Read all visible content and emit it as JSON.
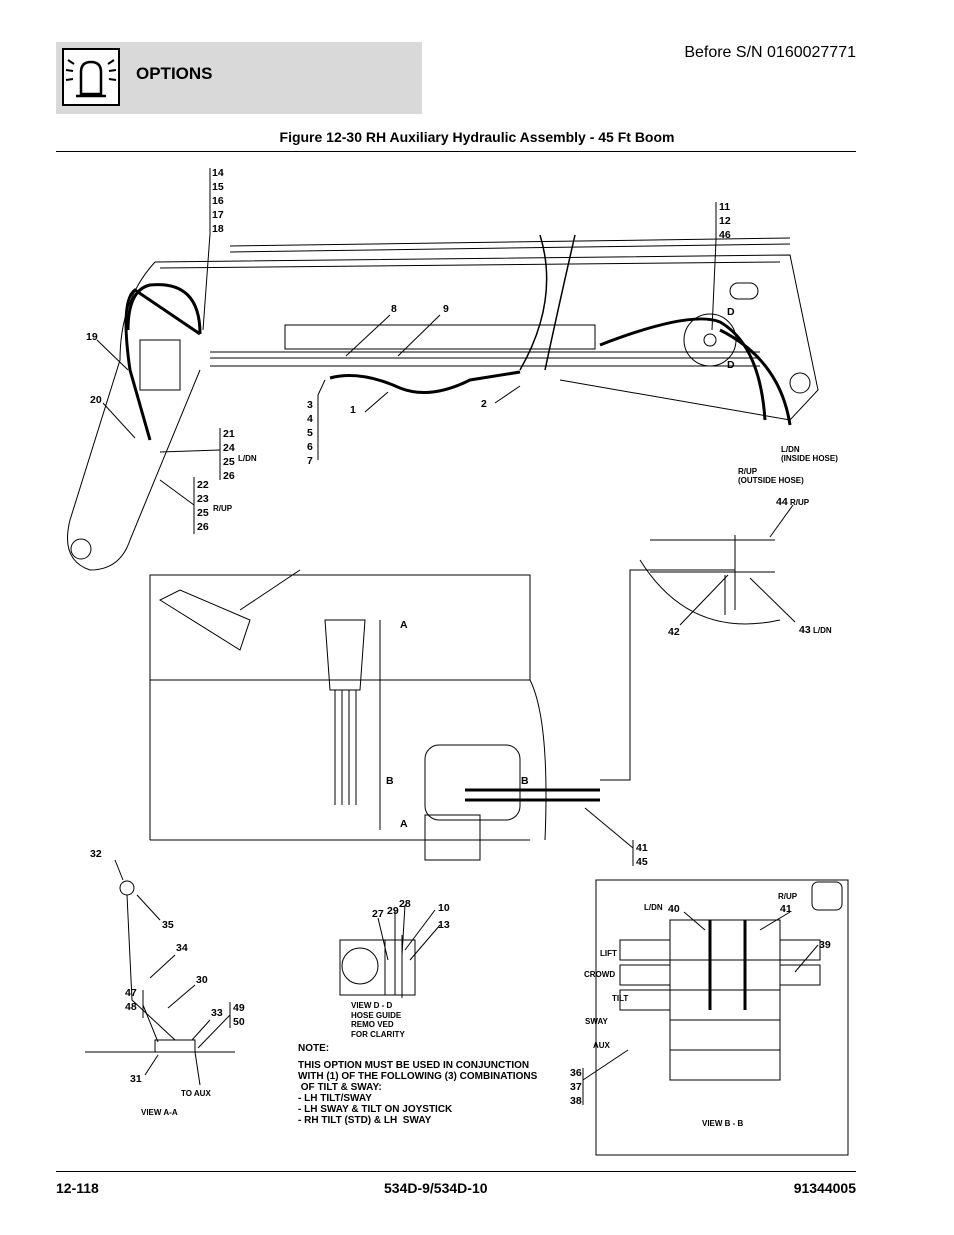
{
  "header": {
    "section": "OPTIONS",
    "serial_note": "Before S/N 0160027771",
    "icon": "beacon-light-icon"
  },
  "figure": {
    "title": "Figure 12-30 RH Auxiliary Hydraulic Assembly - 45 Ft Boom"
  },
  "callouts": {
    "c14_18": [
      "14",
      "15",
      "16",
      "17",
      "18"
    ],
    "c11_46": [
      "11",
      "12",
      "46"
    ],
    "c8": "8",
    "c9": "9",
    "c19": "19",
    "c20": "20",
    "c1": "1",
    "c2": "2",
    "c3_7": [
      "3",
      "4",
      "5",
      "6",
      "7"
    ],
    "c21_26": [
      "21",
      "24",
      "25",
      "26"
    ],
    "c22_26": [
      "22",
      "23",
      "25",
      "26"
    ],
    "c44": "44",
    "c42": "42",
    "c43": "43",
    "c41_45": [
      "41",
      "45"
    ],
    "c32": "32",
    "c35": "35",
    "c34": "34",
    "c30": "30",
    "c47_48": [
      "47",
      "48"
    ],
    "c33": "33",
    "c49_50": [
      "49",
      "50"
    ],
    "c31": "31",
    "c27": "27",
    "c29": "29",
    "c28": "28",
    "c10": "10",
    "c13": "13",
    "c40": "40",
    "c41b": "41",
    "c39": "39",
    "c36_38": [
      "36",
      "37",
      "38"
    ]
  },
  "labels": {
    "ldn": "L/DN",
    "rup": "R/UP",
    "ldn_inside": "L/DN\n(INSIDE HOSE)",
    "rup_outside": "R/UP\n(OUTSIDE HOSE)",
    "section_d": "D",
    "section_a": "A",
    "section_b": "B",
    "to_aux": "TO AUX",
    "view_aa": "VIEW A-A",
    "view_dd": "VIEW D - D\nHOSE GUIDE\nREMO VED\nFOR CLARITY",
    "view_bb": "VIEW B - B",
    "lift": "LIFT",
    "crowd": "CROWD",
    "tilt": "TILT",
    "sway": "SWAY",
    "aux": "AUX"
  },
  "note": {
    "heading": "NOTE:",
    "body": "THIS OPTION MUST BE USED IN CONJUNCTION\nWITH (1) OF THE FOLLOWING (3) COMBINATIONS\n OF TILT & SWAY:\n- LH TILT/SWAY\n- LH SWAY & TILT ON JOYSTICK\n- RH TILT (STD) & LH  SWAY"
  },
  "footer": {
    "page": "12-118",
    "model": "534D-9/534D-10",
    "part_no": "91344005"
  }
}
